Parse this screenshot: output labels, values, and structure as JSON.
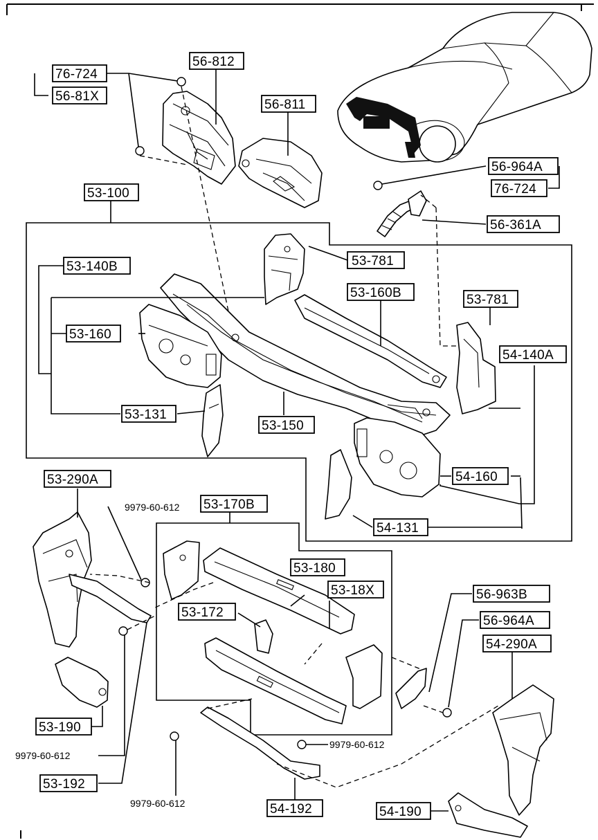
{
  "callouts": {
    "c76_724_top": "76-724",
    "c56_81x": "56-81X",
    "c56_812": "56-812",
    "c56_811": "56-811",
    "c56_964a_top": "56-964A",
    "c76_724_right": "76-724",
    "c56_361a": "56-361A",
    "c53_100": "53-100",
    "c53_781_a": "53-781",
    "c53_140b": "53-140B",
    "c53_160b": "53-160B",
    "c53_781_b": "53-781",
    "c53_160": "53-160",
    "c54_140a": "54-140A",
    "c53_131": "53-131",
    "c53_150": "53-150",
    "c54_160": "54-160",
    "c53_290a": "53-290A",
    "c53_170b": "53-170B",
    "c54_131": "54-131",
    "c53_180": "53-180",
    "c53_18x": "53-18X",
    "c56_963b": "56-963B",
    "c53_172": "53-172",
    "c56_964a_low": "56-964A",
    "c54_290a": "54-290A",
    "c53_190": "53-190",
    "c53_192": "53-192",
    "c54_192": "54-192",
    "c54_190": "54-190"
  },
  "bolts": {
    "b1": "9979-60-612",
    "b2": "9979-60-612",
    "b3": "9979-60-612",
    "b4": "9979-60-612"
  }
}
